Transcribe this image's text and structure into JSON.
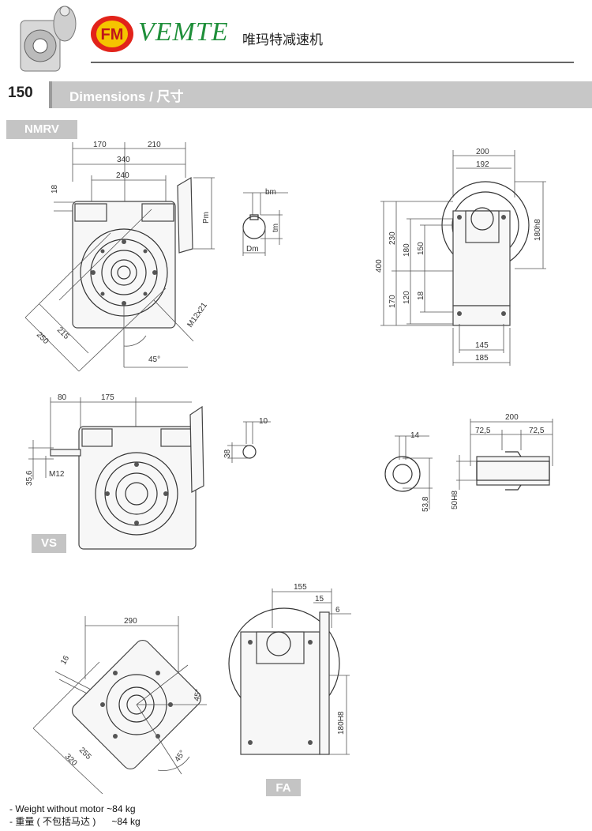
{
  "header": {
    "logo_mark": "FM",
    "brand": "VEMTE",
    "brand_cn": "唯玛特减速机",
    "page_number": "150",
    "title": "Dimensions / 尺寸"
  },
  "sections": {
    "nmrv": "NMRV",
    "vs": "VS",
    "fa": "FA"
  },
  "dims": {
    "nmrv_front": {
      "w170": "170",
      "w210": "210",
      "w340": "340",
      "w240": "240",
      "h18": "18",
      "pm": "Pm",
      "d215": "215",
      "d250": "250",
      "m12": "M12x21",
      "a45": "45°"
    },
    "key": {
      "bm": "bm",
      "tm": "tm",
      "dm": "Dm"
    },
    "nmrv_side": {
      "w200": "200",
      "w192": "192",
      "h400": "400",
      "h230": "230",
      "h180": "180",
      "h150": "150",
      "h170": "170",
      "h120": "120",
      "h18": "18",
      "b180h8": "180h8",
      "w145": "145",
      "w185": "185"
    },
    "vs": {
      "w80": "80",
      "w175": "175",
      "h35": "35,6",
      "m12": "M12",
      "k10": "10",
      "k38": "38"
    },
    "shaft": {
      "k14": "14",
      "h53": "53,8",
      "w200": "200",
      "w72a": "72,5",
      "w72b": "72,5",
      "d50": "50H8"
    },
    "fa": {
      "w290": "290",
      "w16": "16",
      "d255": "255",
      "d320": "320",
      "a45a": "45°",
      "a45b": "45°",
      "w155": "155",
      "w15": "15",
      "w6": "6",
      "f180": "180H8"
    }
  },
  "notes": {
    "weight_en": "- Weight without motor ~84 kg",
    "weight_cn": "- 重量 ( 不包括马达 )      ~84 kg"
  }
}
